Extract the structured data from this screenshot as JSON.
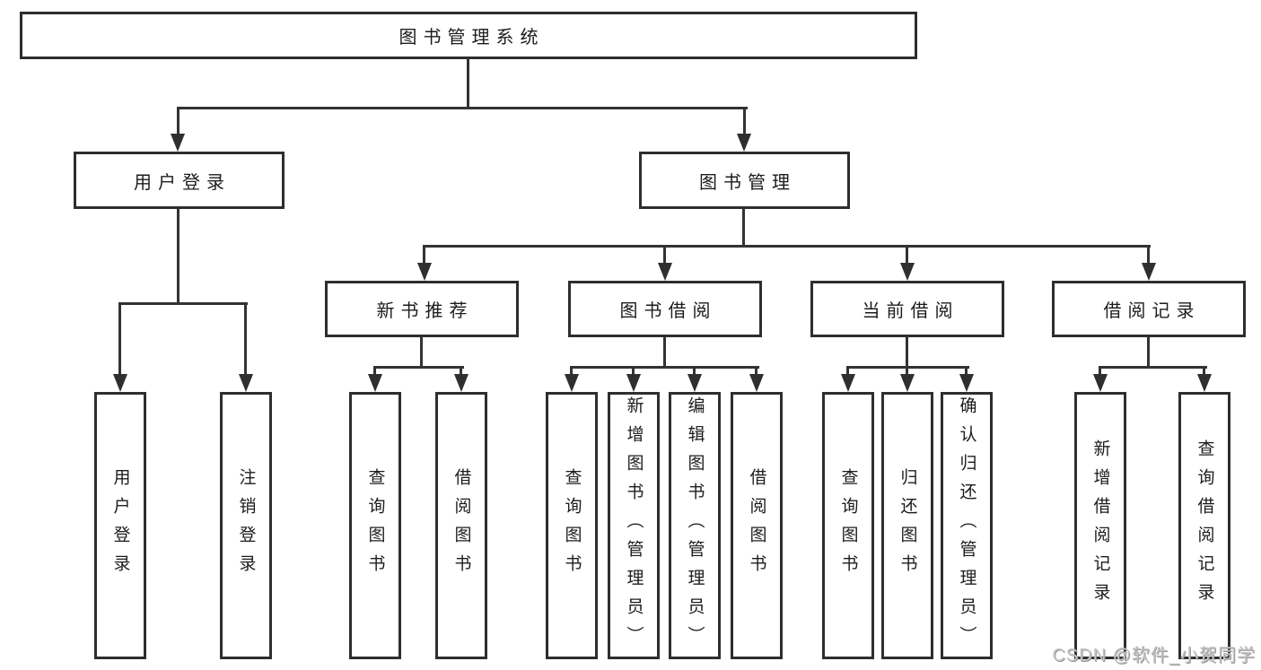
{
  "diagram_title": "图书管理系统",
  "colors": {
    "background": "#ffffff",
    "box_border": "#2e2e2e",
    "line": "#333333",
    "text": "#1c1c1c",
    "watermark": "#c3c3c3"
  },
  "watermark": {
    "text": "CSDN @软件_小贺同学"
  },
  "tree": {
    "root": {
      "label": "图书管理系统",
      "children": [
        {
          "label": "用户登录",
          "children": [
            {
              "label": "用户登录"
            },
            {
              "label": "注销登录"
            }
          ]
        },
        {
          "label": "图书管理",
          "children": [
            {
              "label": "新书推荐",
              "children": [
                {
                  "label": "查询图书"
                },
                {
                  "label": "借阅图书"
                }
              ]
            },
            {
              "label": "图书借阅",
              "children": [
                {
                  "label": "查询图书"
                },
                {
                  "label": "新增图书（管理员）"
                },
                {
                  "label": "编辑图书（管理员）"
                },
                {
                  "label": "借阅图书"
                }
              ]
            },
            {
              "label": "当前借阅",
              "children": [
                {
                  "label": "查询图书"
                },
                {
                  "label": "归还图书"
                },
                {
                  "label": "确认归还（管理员）"
                }
              ]
            },
            {
              "label": "借阅记录",
              "children": [
                {
                  "label": "新增借阅记录"
                },
                {
                  "label": "查询借阅记录"
                }
              ]
            }
          ]
        }
      ]
    }
  }
}
